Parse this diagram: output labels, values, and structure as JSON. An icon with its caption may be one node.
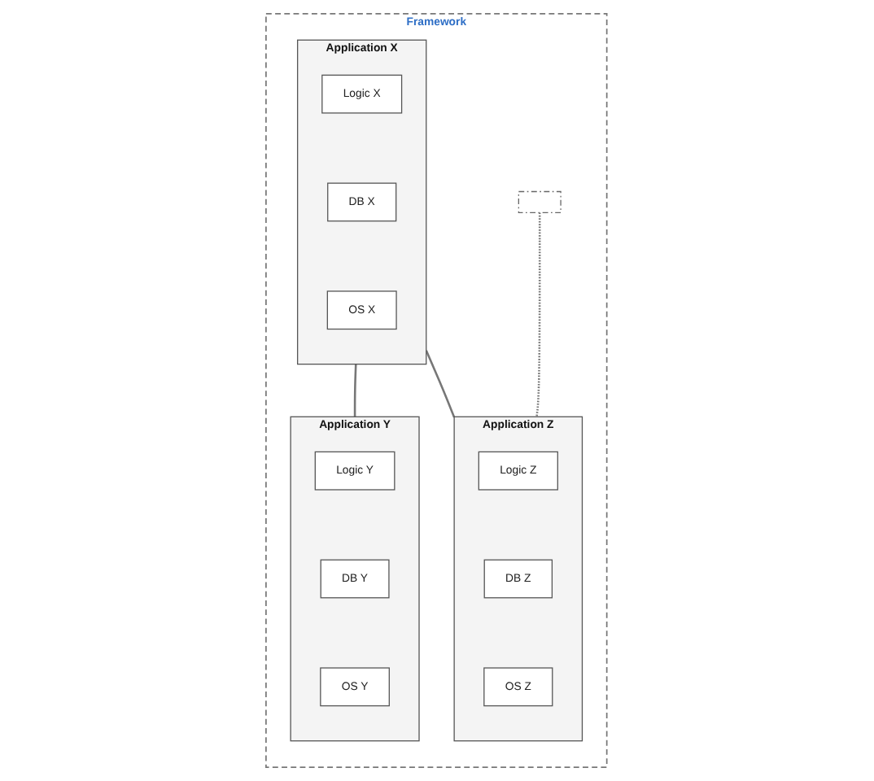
{
  "diagram": {
    "nodes": [
      {
        "text": [
          "Framework"
        ]
      },
      {
        "text": [
          "Application X"
        ],
        "in": 0
      },
      {
        "text": [
          "Logic X"
        ],
        "in": 1
      },
      {
        "text": [
          "DB X"
        ],
        "in": 1
      },
      {
        "text": [
          "OS X"
        ],
        "in": 1
      },
      {
        "text": [
          "Application Y"
        ],
        "in": 0
      },
      {
        "text": [
          "Logic Y"
        ],
        "in": 5
      },
      {
        "text": [
          "DB Y"
        ],
        "in": 5
      },
      {
        "text": [
          "OS Y"
        ],
        "in": 5
      },
      {
        "text": [
          "Application Z"
        ],
        "in": 0
      },
      {
        "text": [
          "Logic Z"
        ],
        "in": 9
      },
      {
        "text": [
          "DB Z"
        ],
        "in": 9
      },
      {
        "text": [
          "OS Z"
        ],
        "in": 9
      },
      {
        "text": [],
        "shape": "box",
        "in": 0
      }
    ],
    "edges": [
      {
        "from": 1,
        "to": 5,
        "arrow": "none"
      },
      {
        "from": 1,
        "to": 9,
        "arrow": "none"
      },
      {
        "from": 13,
        "to": 9,
        "arrow": "none",
        "style": "dashed"
      }
    ]
  }
}
